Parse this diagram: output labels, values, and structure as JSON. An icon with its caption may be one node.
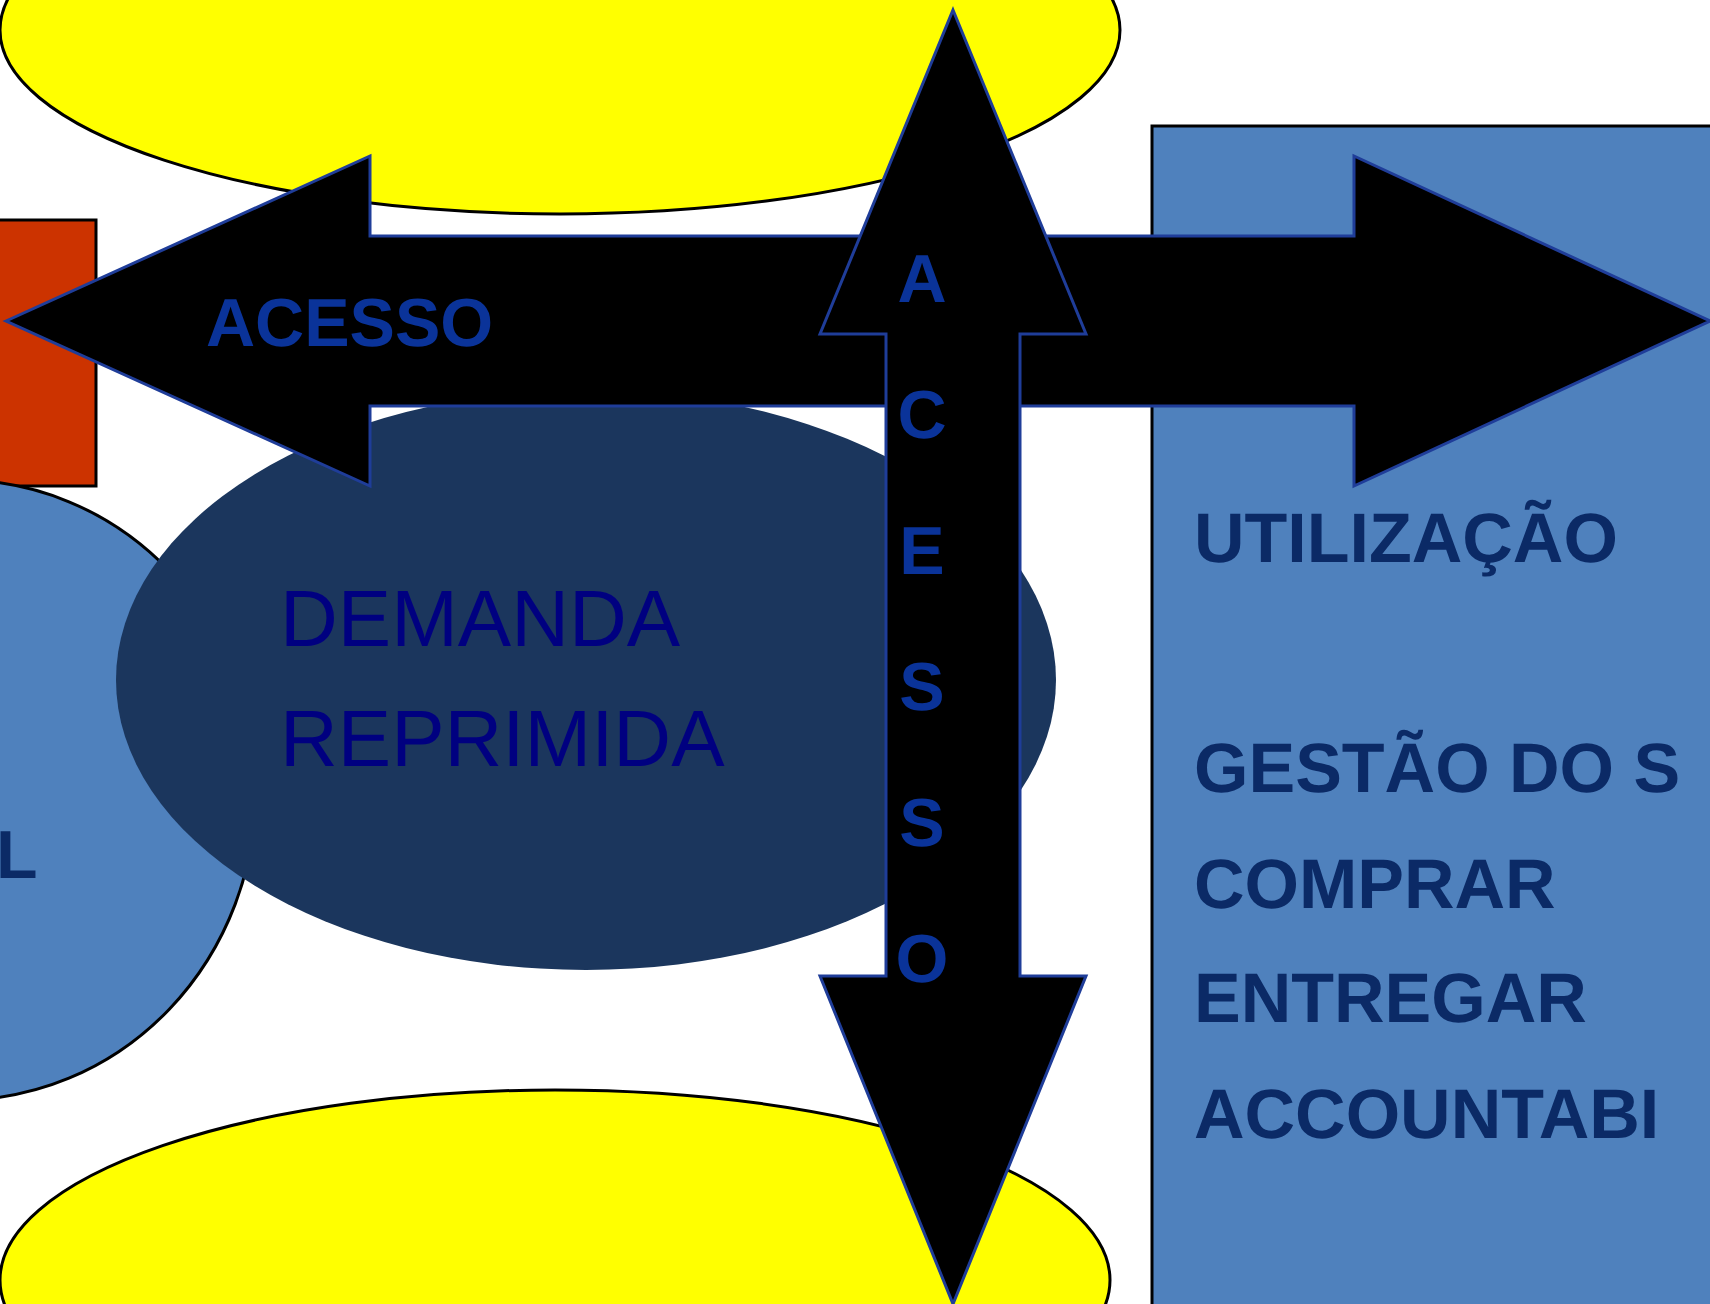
{
  "diagram": {
    "nodes": [
      {
        "text": [],
        "shape": "ellipse"
      },
      {
        "text": [
          "A C E S S O"
        ]
      },
      {
        "text": [],
        "shape": "box"
      },
      {
        "text": [
          "ACESSO"
        ]
      },
      {
        "text": [
          "UTILIZAÇÃO",
          "GESTÃO DO S",
          "COMPRAR",
          "ENTREGAR",
          "ACCOUNTABI"
        ]
      },
      {
        "text": [
          "L"
        ]
      },
      {
        "text": [
          "DEMANDA REPRIMIDA"
        ]
      },
      {
        "text": [],
        "shape": "ellipse"
      }
    ]
  }
}
